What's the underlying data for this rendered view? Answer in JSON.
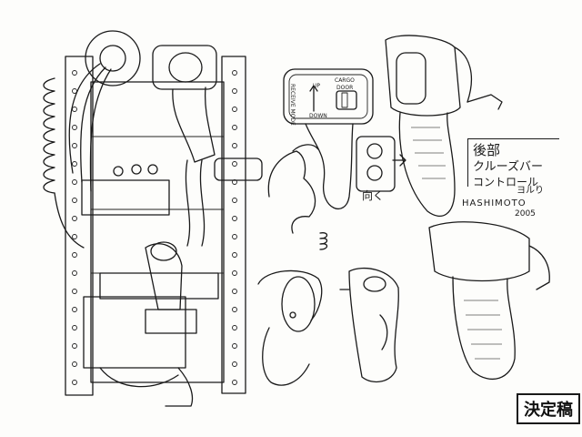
{
  "sheet": {
    "note": {
      "line1": "後部",
      "line2": "クルーズバー",
      "line3": "コントロール",
      "line4": "ヨルり"
    },
    "signature": "HASHIMOTO",
    "signature_year": "2005",
    "stamp": "決定稿",
    "arrow_label": "向く",
    "panel": {
      "up": "UP",
      "down": "DOWN",
      "cargo": "CARGO",
      "cargo2": "DOOR",
      "vertical": "RECEIVE MODE"
    }
  },
  "colors": {
    "ink": "#1a1a1a",
    "paper": "#fdfdfb"
  }
}
